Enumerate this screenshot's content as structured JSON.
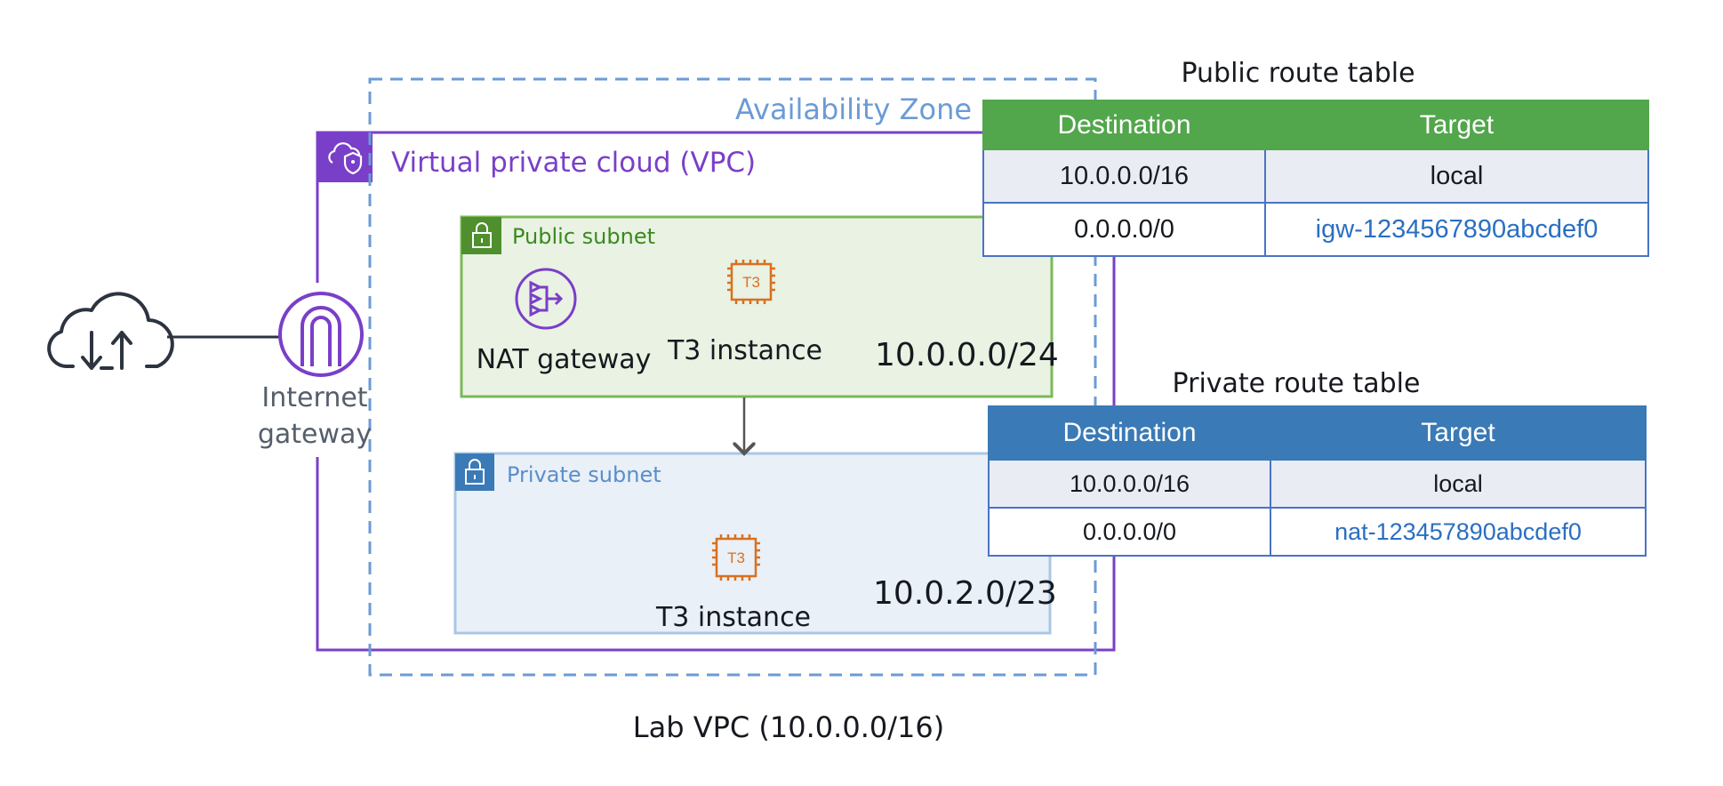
{
  "availability_zone": {
    "label": "Availability Zone"
  },
  "vpc": {
    "label": "Virtual private cloud (VPC)",
    "name": "Lab VPC (10.0.0.0/16)"
  },
  "public_subnet": {
    "label": "Public subnet",
    "cidr": "10.0.0.0/24",
    "nat_gateway_label": "NAT gateway",
    "instance_label": "T3 instance",
    "instance_chip_text": "T3"
  },
  "private_subnet": {
    "label": "Private subnet",
    "cidr": "10.0.2.0/23",
    "instance_label": "T3 instance",
    "instance_chip_text": "T3"
  },
  "internet_gateway": {
    "label_line1": "Internet",
    "label_line2": "gateway"
  },
  "public_route_table": {
    "title": "Public route table",
    "headers": [
      "Destination",
      "Target"
    ],
    "rows": [
      {
        "destination": "10.0.0.0/16",
        "target": "local"
      },
      {
        "destination": "0.0.0.0/0",
        "target": "igw-1234567890abcdef0"
      }
    ]
  },
  "private_route_table": {
    "title": "Private route table",
    "headers": [
      "Destination",
      "Target"
    ],
    "rows": [
      {
        "destination": "10.0.0.0/16",
        "target": "local"
      },
      {
        "destination": "0.0.0.0/0",
        "target": "nat-123457890abcdef0"
      }
    ]
  },
  "colors": {
    "vpc": "#7a3fc8",
    "availability_zone": "#6b9bd6",
    "public_subnet_border": "#7cb85a",
    "public_subnet_fill": "#e9f2e3",
    "private_subnet_border": "#a9c7e6",
    "private_subnet_fill": "#e9f0f8",
    "instance_icon": "#d9701e",
    "public_header": "#52a64b",
    "private_header": "#3a7ab6",
    "link": "#2a6fc1"
  },
  "icons": [
    "cloud-upload-download-icon",
    "internet-gateway-icon",
    "vpc-cloud-shield-icon",
    "lock-icon",
    "nat-gateway-icon",
    "t3-instance-icon"
  ]
}
